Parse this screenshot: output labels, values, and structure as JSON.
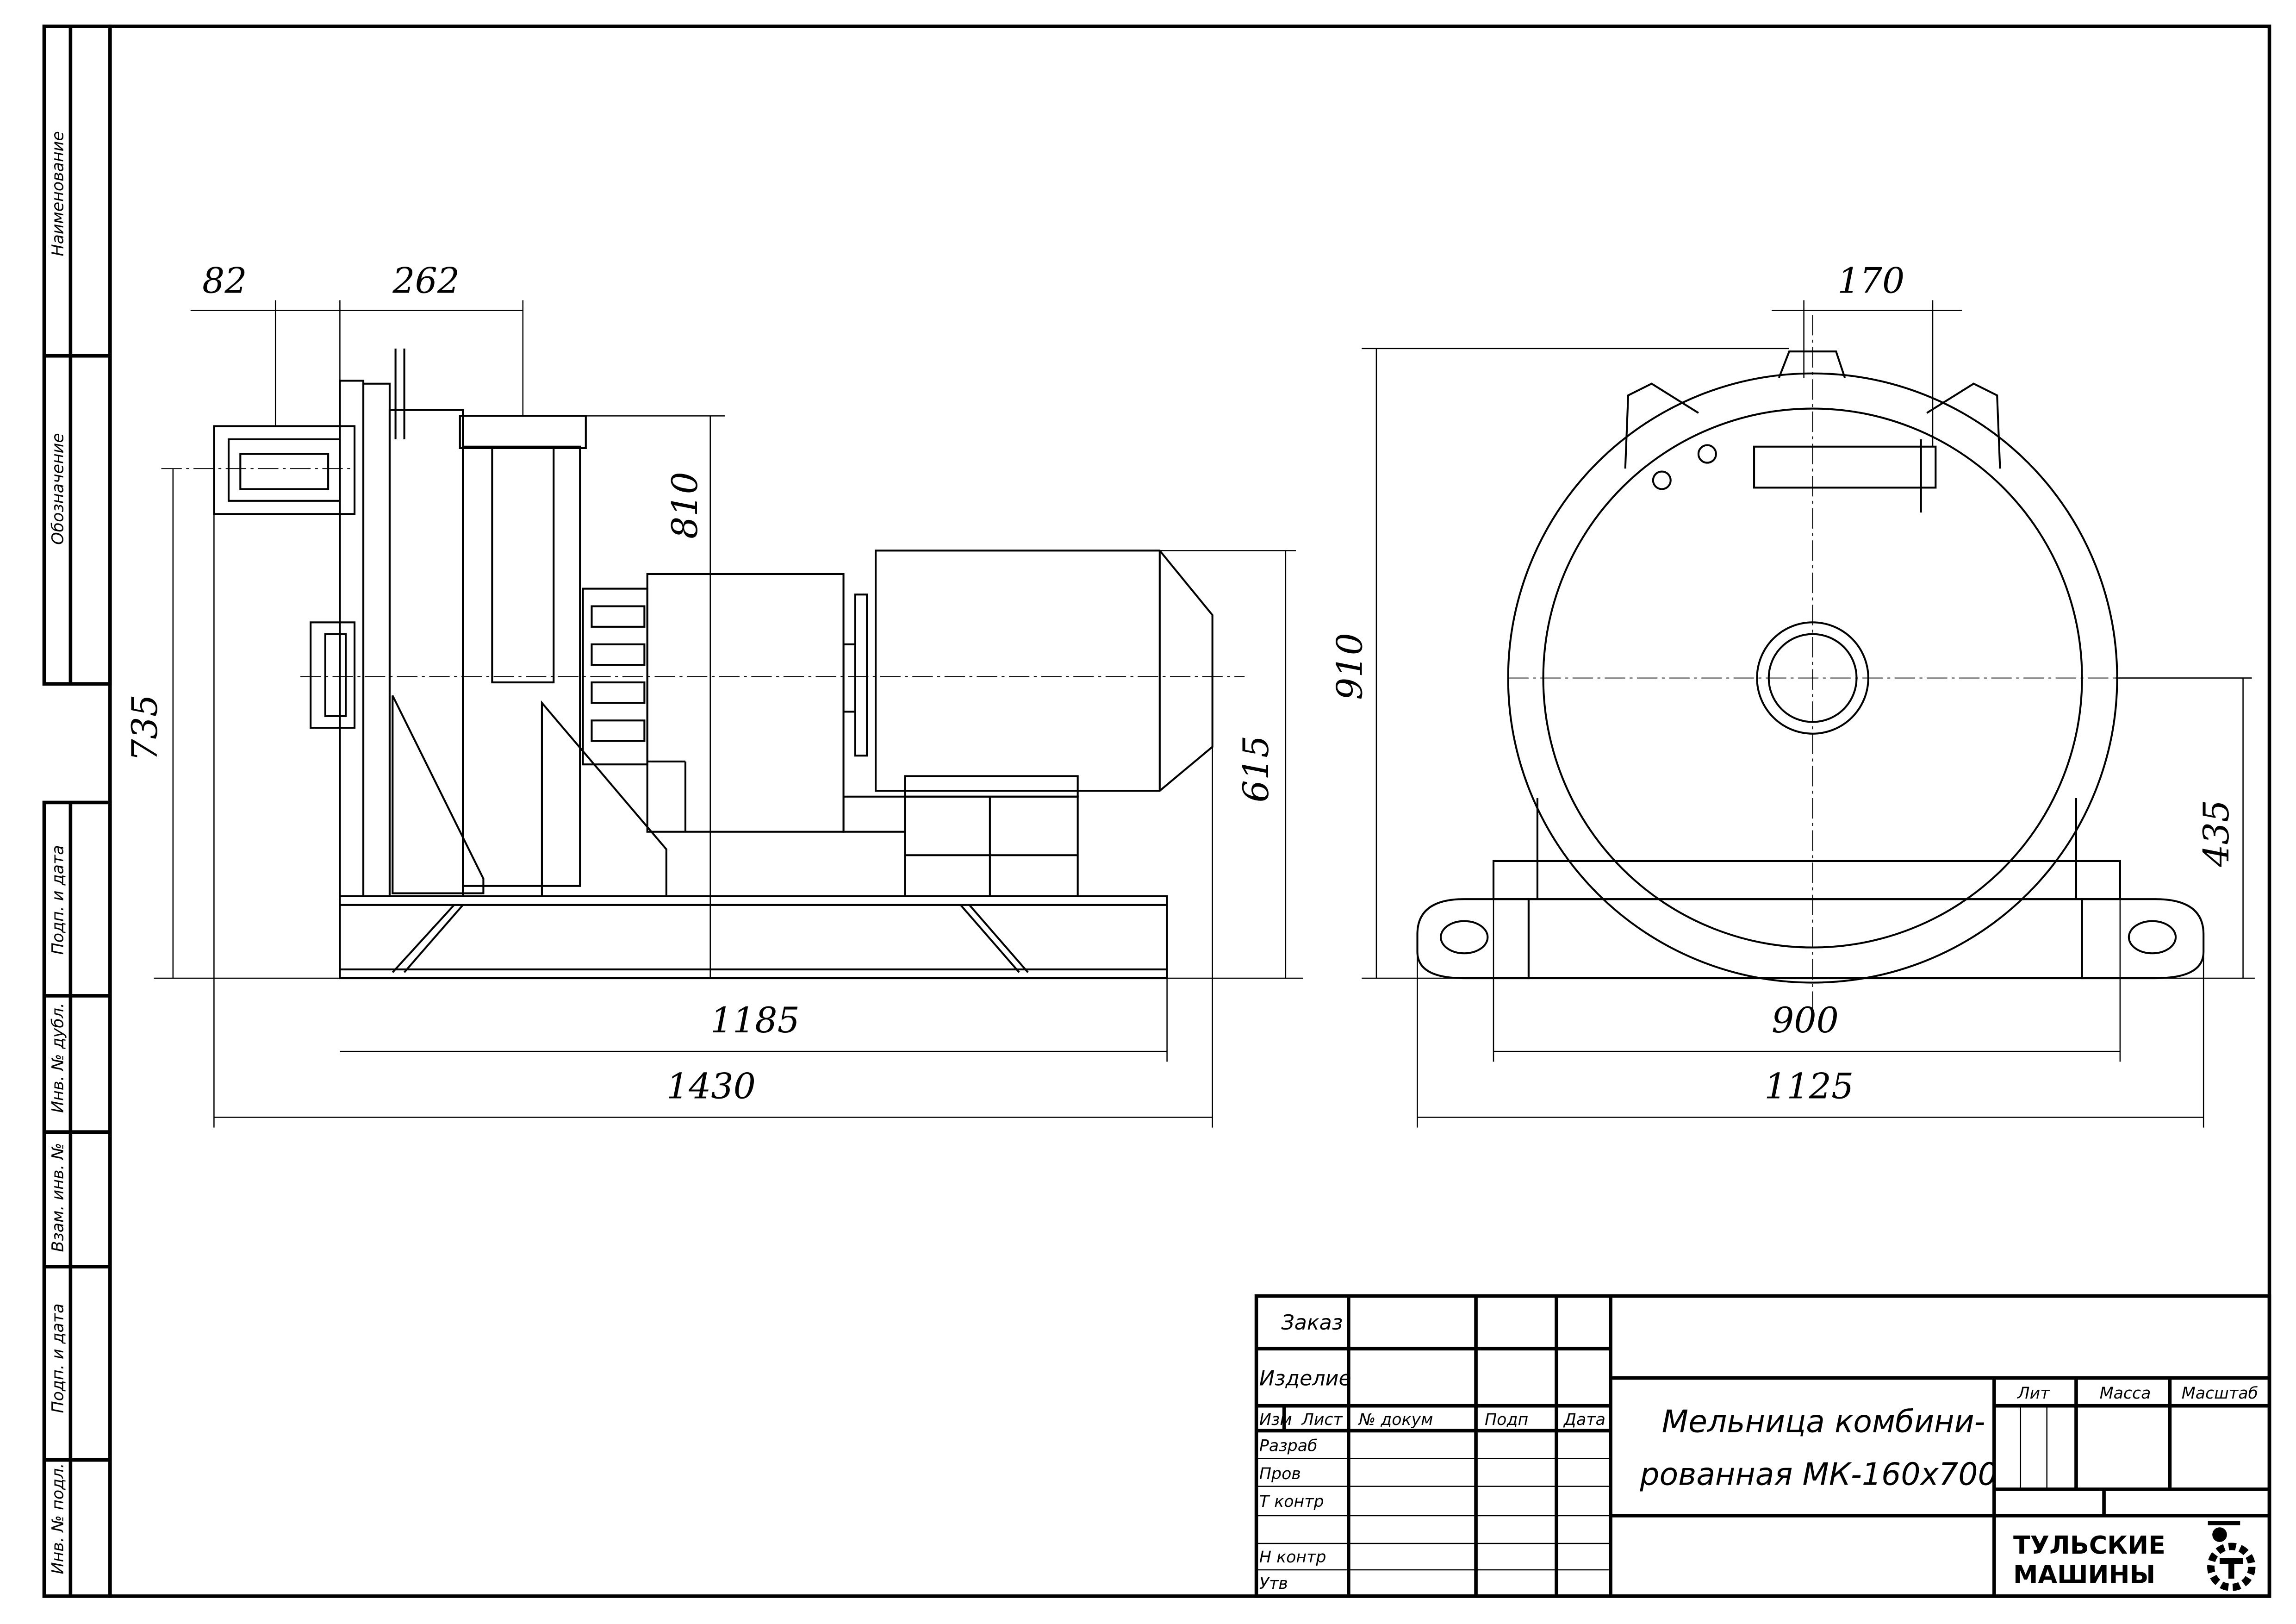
{
  "margin_labels": [
    "Наименование",
    "Обозначение",
    "Подп. и дата",
    "Инв. № дубл.",
    "Взам. инв. №",
    "Подп. и дата",
    "Инв. № подл."
  ],
  "side_view": {
    "dims": {
      "flange_width": "82",
      "outlet_offset": "262",
      "height_outlet": "810",
      "height_inlet": "735",
      "height_motor": "615",
      "frame_length": "1185",
      "overall_length": "1430"
    }
  },
  "front_view": {
    "dims": {
      "handle_width": "170",
      "overall_height": "910",
      "axis_height": "435",
      "frame_width": "900",
      "overall_width": "1125"
    }
  },
  "title_block": {
    "order_label": "Заказ",
    "product_label": "Изделие",
    "headers": [
      "Изм",
      "Лист",
      "№ докум",
      "Подп",
      "Дата"
    ],
    "roles": [
      "Разраб",
      "Пров",
      "Т контр",
      "",
      "Н контр",
      "Утв"
    ],
    "title_line1": "Мельница комбини-",
    "title_line2": "рованная МК-160х700",
    "lit_label": "Лит",
    "mass_label": "Масса",
    "scale_label": "Масштаб",
    "company_line1": "ТУЛЬСКИЕ",
    "company_line2": "МАШИНЫ"
  }
}
